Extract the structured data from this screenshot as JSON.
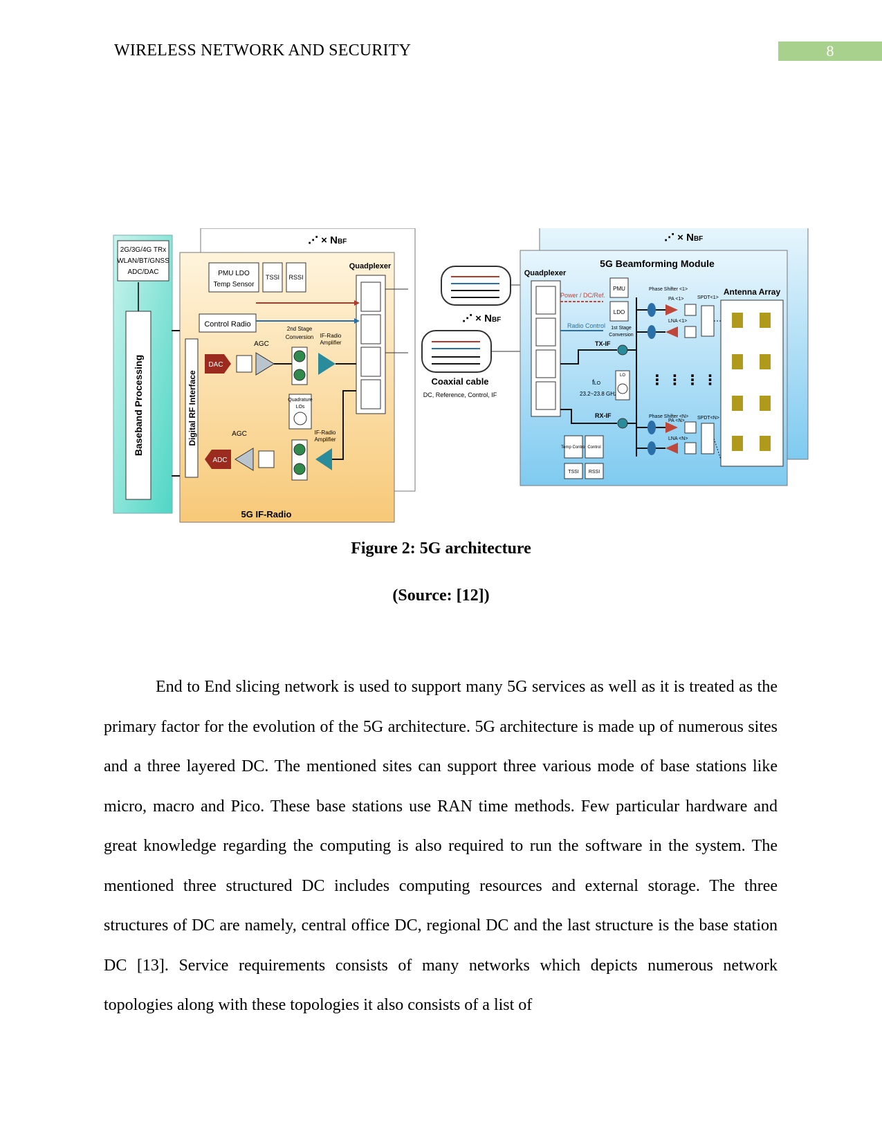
{
  "header": {
    "title": "WIRELESS NETWORK AND SECURITY",
    "page_number": "8"
  },
  "figure": {
    "left_panel": {
      "trx_box": [
        "2G/3G/4G TRx",
        "WLAN/BT/GNSS",
        "ADC/DAC"
      ],
      "baseband": "Baseband Processing",
      "digital_rf": "Digital RF Interface",
      "multiplier": "× N",
      "multiplier_sub": "BF",
      "pmu_ldo": "PMU  LDO",
      "temp_sensor": "Temp Sensor",
      "tssi": "TSSI",
      "rssi": "RSSI",
      "quadplexer": "Quadplexer",
      "control_radio": "Control Radio",
      "agc": "AGC",
      "dac": "DAC",
      "adc": "ADC",
      "stage2": "2nd Stage",
      "conversion": "Conversion",
      "if_radio_amp": "IF-Radio",
      "amplifier": "Amplifier",
      "quadrature": "Quadrature",
      "los": "LOs",
      "panel_title": "5G IF-Radio"
    },
    "cable": {
      "title": "Coaxial cable",
      "sub": "DC, Reference, Control, IF"
    },
    "right_panel": {
      "quadplexer": "Quadplexer",
      "title": "5G Beamforming Module",
      "power": "Power / DC/Ref.",
      "radio_control": "Radio Control",
      "pmu": "PMU",
      "ldo": "LDO",
      "stage1": "1st Stage",
      "conversion": "Conversion",
      "tx_if": "TX-IF",
      "rx_if": "RX-IF",
      "flo": "f",
      "flo_sub": "LO",
      "freq": "23.2~23.8 GHz",
      "lo": "LO",
      "phase_shifter1": "Phase Shifter <1>",
      "phase_shifter_n": "Phase Shifter <N>",
      "pa1": "PA <1>",
      "lna1": "LNA <1>",
      "pan": "PA <N>",
      "lnan": "LNA <N>",
      "spdt1": "SPDT<1>",
      "spdtn": "SPDT<N>",
      "antenna": "Antenna Array",
      "temp_control": "Temp Control",
      "control": "Control",
      "tssi": "TSSI",
      "rssi": "RSSI"
    }
  },
  "caption": {
    "title": "Figure 2: 5G architecture",
    "source": "(Source: [12])"
  },
  "body": {
    "paragraph": "End to End slicing network is used to support many 5G services as well as it is treated as the primary factor for the evolution of the 5G architecture. 5G architecture is made up of numerous sites and a three layered DC. The mentioned sites can support three various mode of base stations like micro, macro and Pico. These base stations use RAN time methods. Few particular hardware and great knowledge regarding the computing is also required to run the software in the system. The mentioned three structured DC includes computing resources and external storage. The three structures of DC are namely, central office DC, regional DC and the last structure is the base station DC [13]. Service requirements consists of many networks which depicts numerous network topologies along with these topologies it also consists of a list of"
  },
  "colors": {
    "header_accent": "#a9d18e",
    "if_radio_bg": "#fde6b3",
    "beamforming_bg": "#bfe3f7",
    "baseband_bg": "#8fe3d8",
    "dac_adc": "#9b2a1f",
    "amp_teal": "#2a8c9a",
    "pa_red": "#c0463a",
    "antenna_gold": "#b09a1c"
  }
}
